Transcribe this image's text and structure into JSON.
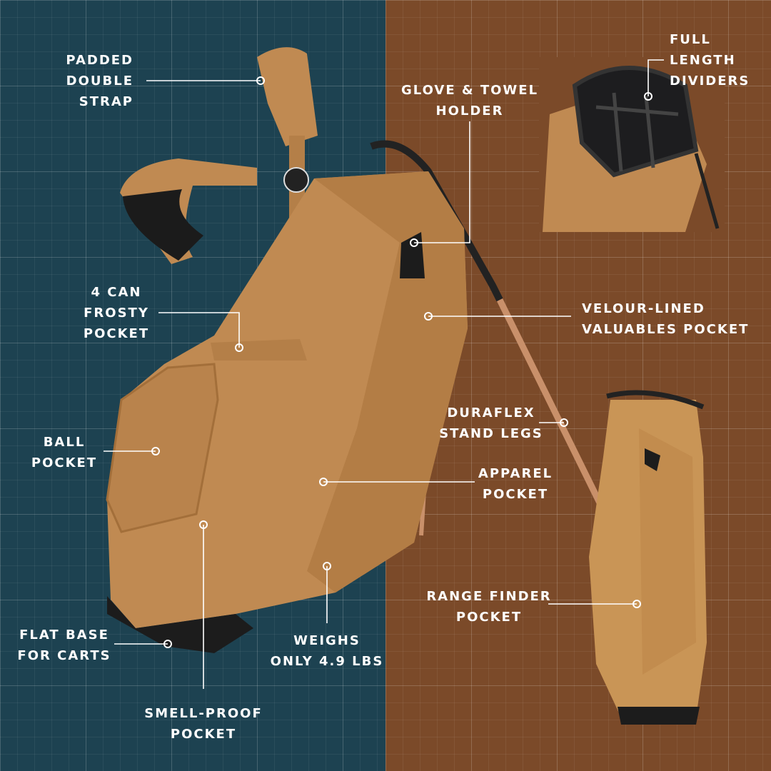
{
  "colors": {
    "left_background": "#1d4251",
    "right_background": "#7b4a29",
    "bag": "#c08a52",
    "label_text": "#ffffff"
  },
  "callouts": [
    {
      "id": "padded-double-strap",
      "lines": [
        "PADDED",
        "DOUBLE",
        "STRAP"
      ]
    },
    {
      "id": "glove-towel-holder",
      "lines": [
        "GLOVE & TOWEL",
        "HOLDER"
      ]
    },
    {
      "id": "full-length-dividers",
      "lines": [
        "FULL",
        "LENGTH",
        "DIVIDERS"
      ]
    },
    {
      "id": "frosty-pocket",
      "lines": [
        "4 CAN",
        "FROSTY",
        "POCKET"
      ]
    },
    {
      "id": "valuables-pocket",
      "lines": [
        "VELOUR-LINED",
        "VALUABLES POCKET"
      ]
    },
    {
      "id": "stand-legs",
      "lines": [
        "DURAFLEX",
        "STAND LEGS"
      ]
    },
    {
      "id": "ball-pocket",
      "lines": [
        "BALL",
        "POCKET"
      ]
    },
    {
      "id": "apparel-pocket",
      "lines": [
        "APPAREL",
        "POCKET"
      ]
    },
    {
      "id": "range-finder-pocket",
      "lines": [
        "RANGE FINDER",
        "POCKET"
      ]
    },
    {
      "id": "flat-base",
      "lines": [
        "FLAT BASE",
        "FOR CARTS"
      ]
    },
    {
      "id": "weight",
      "lines": [
        "WEIGHS",
        "ONLY 4.9 LBS"
      ]
    },
    {
      "id": "smell-proof-pocket",
      "lines": [
        "SMELL-PROOF",
        "POCKET"
      ]
    }
  ]
}
